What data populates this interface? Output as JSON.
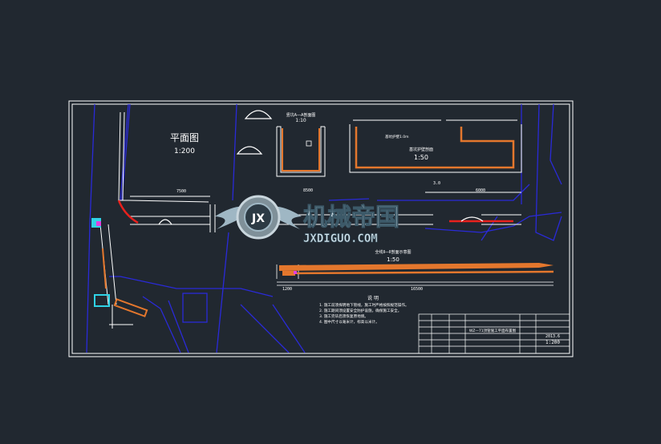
{
  "plan": {
    "title": "平面图",
    "scale": "1:200"
  },
  "section_a": {
    "title": "竖坑A—A剖面图",
    "scale": "1:10"
  },
  "section_b": {
    "title": "基坑护壁剖面",
    "scale": "1:50",
    "note": "基坑护壁1.0m"
  },
  "section_c": {
    "title": "全线Ⅱ—Ⅱ剖面示意图",
    "scale": "1:50",
    "length": "16500",
    "left_len": "1200"
  },
  "dims": {
    "d1": "7500",
    "d2": "8500",
    "d3": "6000",
    "d4": "3.0"
  },
  "notes": {
    "heading": "说 明",
    "items": [
      "1. 施工前须探明地下管线，施工时严格按照规范操作。",
      "2. 施工期间须设置安全防护设施，确保施工安全。",
      "3. 施工完毕后须恢复原地貌。",
      "4. 图中尺寸以毫米计，标高以米计。"
    ]
  },
  "title_block": {
    "drawing_name": "WZ—71顶管施工平面布置图",
    "scale_value": "1:200",
    "date_value": "2013.6"
  },
  "watermark": {
    "brand": "机械帝国",
    "url": "JXDIGUO.COM",
    "badge": "JX"
  },
  "colors": {
    "background": "#212830",
    "frame": "#ffffff",
    "road": "#2a2ad8",
    "pipe": "#e4772d",
    "red": "#e8211d"
  }
}
